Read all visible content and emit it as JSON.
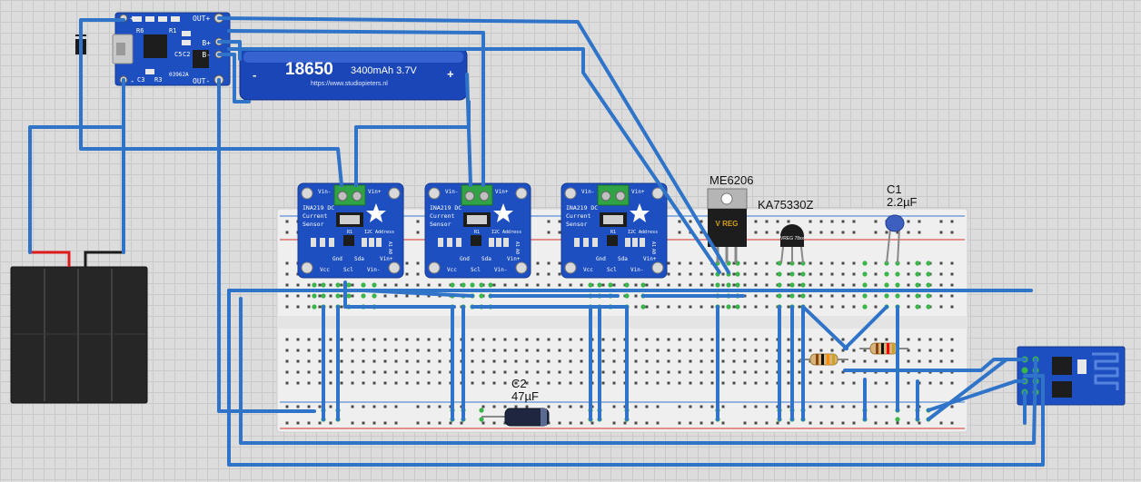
{
  "battery": {
    "title": "18650",
    "spec": "3400mAh  3.7V",
    "url": "https://www.studiopieters.nl",
    "minus": "-",
    "plus": "+"
  },
  "charger": {
    "pins": [
      "+",
      "-",
      "OUT+",
      "B+",
      "B-",
      "OUT-"
    ],
    "silk": [
      "R6",
      "R1",
      "C5",
      "C2",
      "C3",
      "R3",
      "03962A"
    ]
  },
  "ina219": {
    "title_lines": [
      "INA219 DC",
      "Current",
      "Sensor"
    ],
    "top_pins": [
      "Vin-",
      "Vin+"
    ],
    "bottom_pins": [
      "Vcc",
      "Gnd",
      "Scl",
      "Sda",
      "Vin-",
      "Vin+"
    ],
    "addr_label": "I2C Address",
    "jumpers": [
      "A1",
      "A0"
    ],
    "shunt": "R1"
  },
  "regulator": {
    "name": "ME6206",
    "mark": "V REG"
  },
  "vreg": {
    "name": "KA75330Z",
    "mark": "VREG 78xx"
  },
  "cap1": {
    "name": "C1",
    "value": "2.2µF"
  },
  "cap2": {
    "name": "C2",
    "value": "47µF"
  },
  "colors": {
    "wire": "#2f74c8",
    "module": "#1e4fc0",
    "battery": "#1a46b8",
    "solar": "#262626",
    "red_lead": "#e01b1b",
    "rail_red": "#d9534f",
    "rail_blue": "#5b8fd6",
    "hole_active": "#39b54a"
  }
}
